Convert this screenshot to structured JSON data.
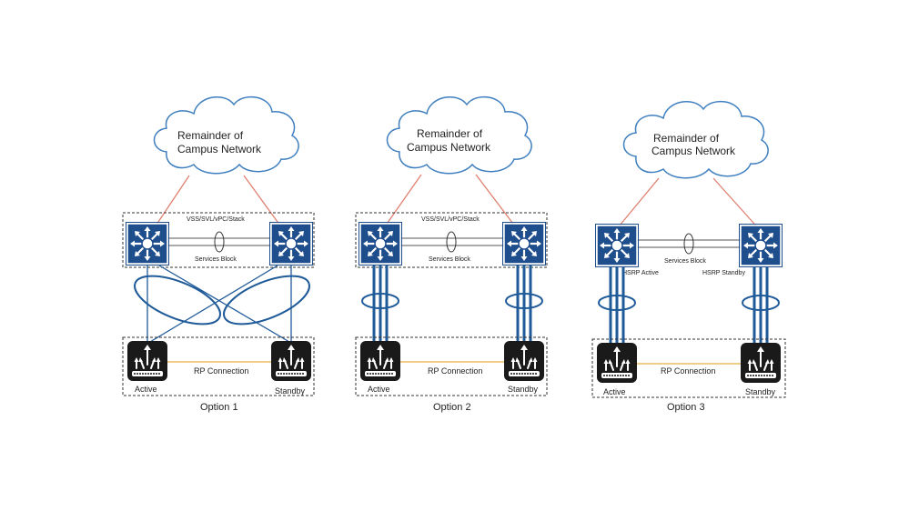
{
  "colors": {
    "cloud_stroke": "#3f7fbf",
    "uplink": "#e08070",
    "switch_fill": "#1f4e8c",
    "wire_blue": "#1f5a99",
    "rp_link": "#e8b040",
    "router_fill": "#1a1a1a",
    "dashed": "#333333"
  },
  "icons": {
    "distribution": "multilayer-switch-icon",
    "access": "router-stack-icon",
    "cloud": "cloud-icon"
  },
  "options": [
    {
      "cloud_line1": "Remainder of",
      "cloud_line2": "Campus Network",
      "top_label": "VSS/SVL/vPC/Stack",
      "services_label": "Services Block",
      "rp_label": "RP Connection",
      "left_label": "Active",
      "right_label": "Standby",
      "option_label": "Option 1"
    },
    {
      "cloud_line1": "Remainder of",
      "cloud_line2": "Campus Network",
      "top_label": "VSS/SVL/vPC/Stack",
      "services_label": "Services Block",
      "rp_label": "RP Connection",
      "left_label": "Active",
      "right_label": "Standby",
      "option_label": "Option 2"
    },
    {
      "cloud_line1": "Remainder of",
      "cloud_line2": "Campus Network",
      "services_label": "Services Block",
      "hsrp_active": "HSRP Active",
      "hsrp_standby": "HSRP Standby",
      "rp_label": "RP Connection",
      "left_label": "Active",
      "right_label": "Standby",
      "option_label": "Option 3"
    }
  ]
}
